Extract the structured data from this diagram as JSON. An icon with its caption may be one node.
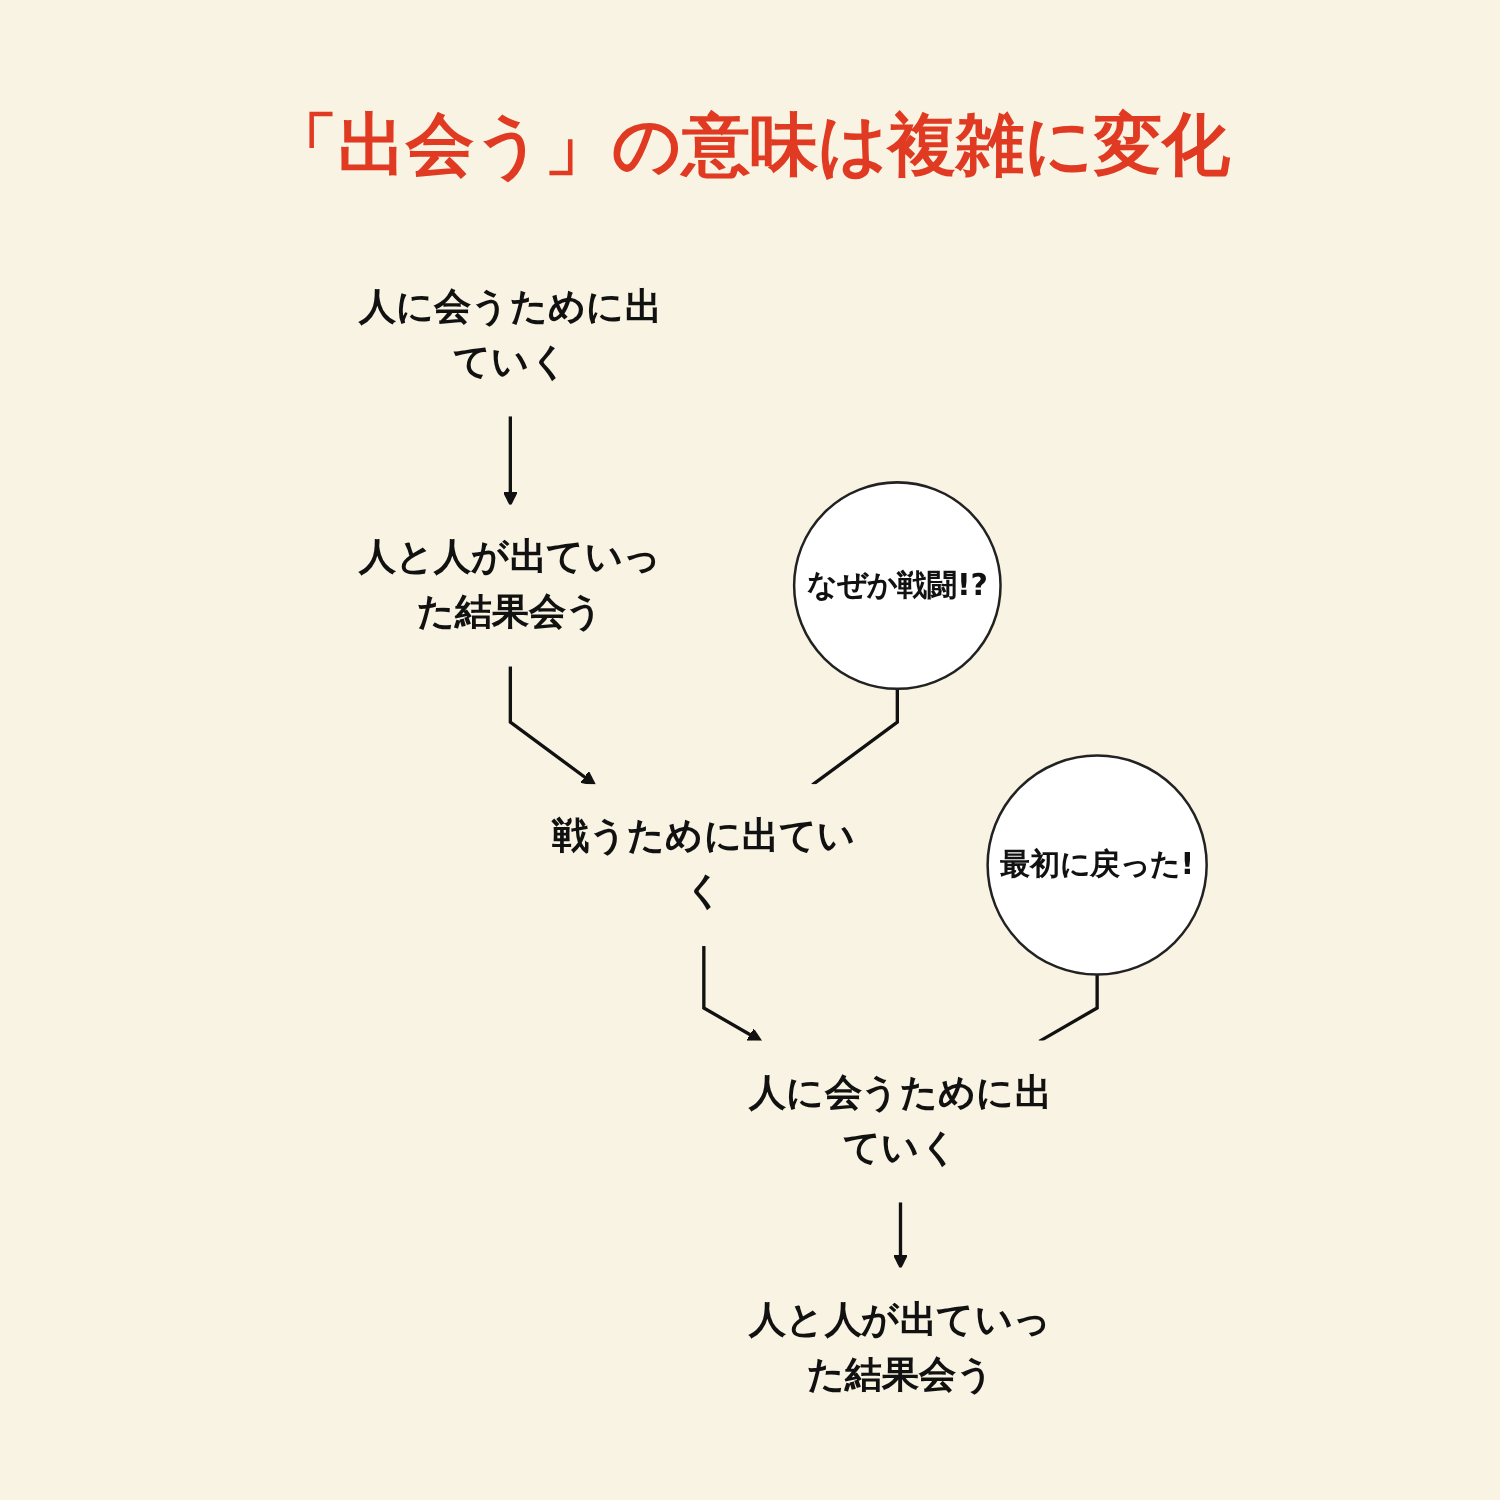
{
  "diagram": {
    "title": "「出会う」の意味は複雑に変化",
    "nodes": [
      {
        "text": [
          "人に会うために出ていく"
        ]
      },
      {
        "text": [
          "人と人が出ていった結果会う"
        ]
      },
      {
        "text": [
          "戦うために出ていく"
        ]
      },
      {
        "text": [
          "なぜか戦闘!?"
        ]
      },
      {
        "text": [
          "最初に戻った!"
        ]
      },
      {
        "text": [
          "人に会うために出ていく"
        ]
      },
      {
        "text": [
          "人と人が出ていった結果会う"
        ]
      }
    ],
    "edges": [
      {
        "from": 0,
        "to": 1,
        "arrow": "to"
      },
      {
        "from": 1,
        "to": 2,
        "arrow": "to"
      },
      {
        "from": 3,
        "to": 2,
        "arrow": "none"
      },
      {
        "from": 2,
        "to": 5,
        "arrow": "to"
      },
      {
        "from": 4,
        "to": 5,
        "arrow": "none"
      },
      {
        "from": 5,
        "to": 6,
        "arrow": "to"
      }
    ]
  }
}
